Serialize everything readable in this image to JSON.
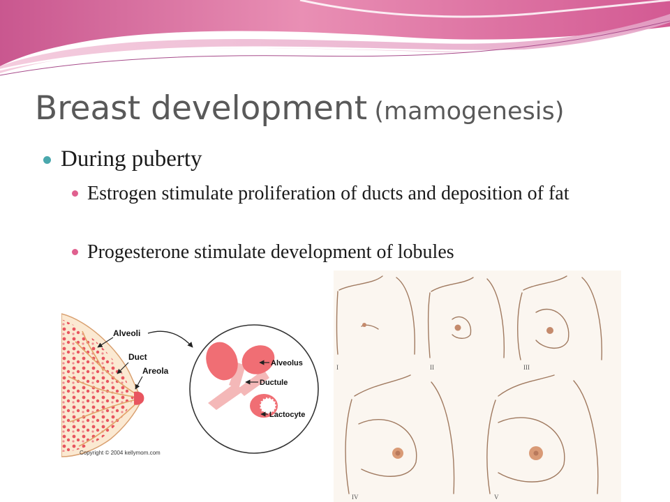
{
  "slide": {
    "title_main": "Breast development",
    "title_sub": "(mamogenesis)",
    "bullets": {
      "level1": "During puberty",
      "level2": [
        "Estrogen stimulate proliferation of ducts and deposition of fat",
        "Progesterone stimulate development of lobules"
      ]
    }
  },
  "figure_left": {
    "labels": {
      "alveoli": "Alveoli",
      "duct": "Duct",
      "areola": "Areola",
      "alveolus": "Alveolus",
      "ductule": "Ductule",
      "lactocyte": "Lactocyte"
    },
    "copyright": "Copyright © 2004 kellymom.com"
  },
  "figure_right": {
    "stage_labels": [
      "I",
      "II",
      "III",
      "IV",
      "V"
    ]
  },
  "colors": {
    "accent_pink": "#d9538a",
    "bullet_teal": "#4aa8ad",
    "bullet_pink": "#e0608f",
    "title_gray": "#595959",
    "tissue_red": "#e8555f",
    "skin_line": "#a07a60"
  }
}
